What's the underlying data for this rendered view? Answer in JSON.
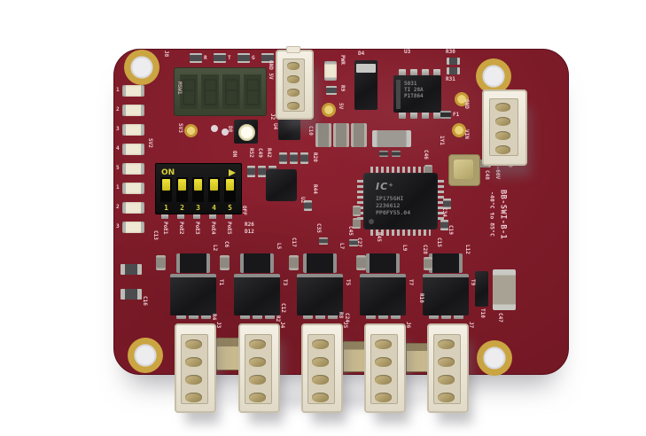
{
  "colors": {
    "background": "#ffffff",
    "board_red": "#7c1b28",
    "silkscreen": "#eccdd3",
    "dip_yellow": "#d9d03c",
    "gold": "#c59b36"
  },
  "top": {
    "j8": "J8",
    "letters": [
      "R",
      "T",
      "G",
      "G"
    ],
    "display_code": "MSW1",
    "j2_ref": "J2",
    "j2_pins": "GND 5V",
    "pwr": "PWR",
    "r9": "R9",
    "tp5v": "5V",
    "d4": "D4",
    "u3_ref": "U3",
    "u3_lines": [
      "5031",
      "TI 28A",
      "P1T864"
    ],
    "r30": "R30",
    "r31": "R31"
  },
  "right": {
    "gnd": "GND",
    "vin": "VIN",
    "c48": "C48",
    "j1_ref": "J1",
    "voltage": "8-60V",
    "c40": "C40",
    "board_name": "BB-SWI-B-1",
    "temp": "-40°C to 85°C",
    "f1": "F1",
    "y1": "1Y1",
    "c46": "C46"
  },
  "left": {
    "sv2": "SV2",
    "numbers": [
      "1",
      "2",
      "3",
      "4",
      "5",
      "1",
      "2",
      "3"
    ],
    "c16": "C16"
  },
  "mid": {
    "sv3": "SV3",
    "d8": "D8",
    "u4": "U4",
    "c10": "C10",
    "on": "ON",
    "r52": "R52",
    "c49": "C49",
    "r42": "R42",
    "r20": "R20",
    "u2": "U2",
    "r44": "R44",
    "c34": "C34",
    "c19": "C19",
    "c15": "C15",
    "r45": "R45",
    "c35": "C35",
    "c45": "C45",
    "c12": "C12",
    "c24": "C24",
    "c13": "C13"
  },
  "ic": {
    "logo": "IC⁺",
    "l1": "IP175GHI",
    "l2": "2236612",
    "l3": "PP0FY55.04"
  },
  "dip": {
    "on": "ON",
    "numbers": [
      "1",
      "2",
      "3",
      "4",
      "5"
    ],
    "off": "OFF",
    "poe": [
      "PoE1",
      "PoE2",
      "PoE3",
      "PoE4",
      "PoE5"
    ],
    "r26": "R26",
    "d12": "D12"
  },
  "channels": [
    {
      "l": "L2",
      "c": "C6",
      "t": "T1",
      "j": "J3",
      "r": "R4"
    },
    {
      "l": "L5",
      "c": "C17",
      "t": "T3",
      "j": "J4",
      "r": "R2"
    },
    {
      "l": "L7",
      "c": "C27",
      "t": "T5",
      "j": "J5",
      "r": "R8"
    },
    {
      "l": "L9",
      "c": "C28",
      "t": "T7",
      "j": "J6",
      "r": ""
    },
    {
      "l": "L12",
      "c": "",
      "t": "T9",
      "j": "J7",
      "r": "R10"
    }
  ],
  "bottom": {
    "t10": "T10",
    "c47": "C47"
  }
}
